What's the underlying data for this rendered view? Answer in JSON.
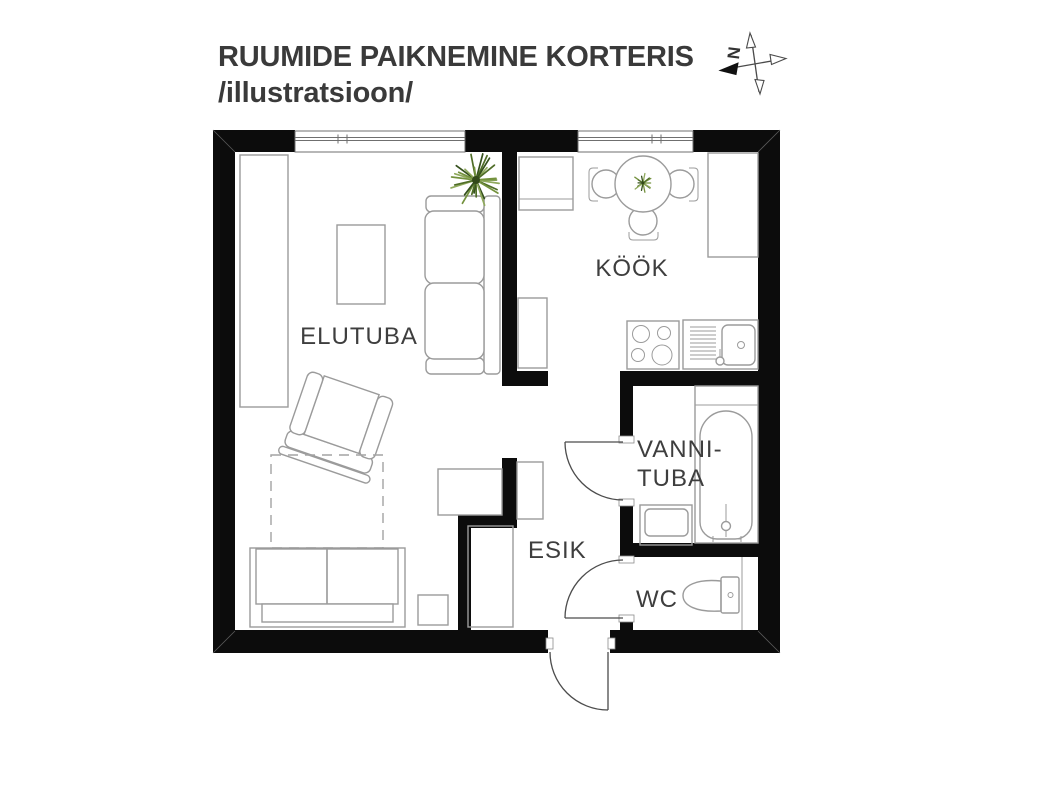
{
  "title": {
    "line1": "RUUMIDE PAIKNEMINE KORTERIS",
    "line2": "/illustratsioon/"
  },
  "compass": {
    "north": "N"
  },
  "rooms": {
    "elutuba": {
      "label": "ELUTUBA"
    },
    "kook": {
      "label": "KÖÖK"
    },
    "vannituba": {
      "line1": "VANNI-",
      "line2": "TUBA"
    },
    "esik": {
      "label": "ESIK"
    },
    "wc": {
      "label": "WC"
    }
  },
  "colors": {
    "background": "#ffffff",
    "wall": "#0c0c0c",
    "label_text": "#3e3e3e",
    "furniture_outline": "#9b9b9b",
    "door_line": "#4c4c4c",
    "plant_green": "#74923e"
  }
}
